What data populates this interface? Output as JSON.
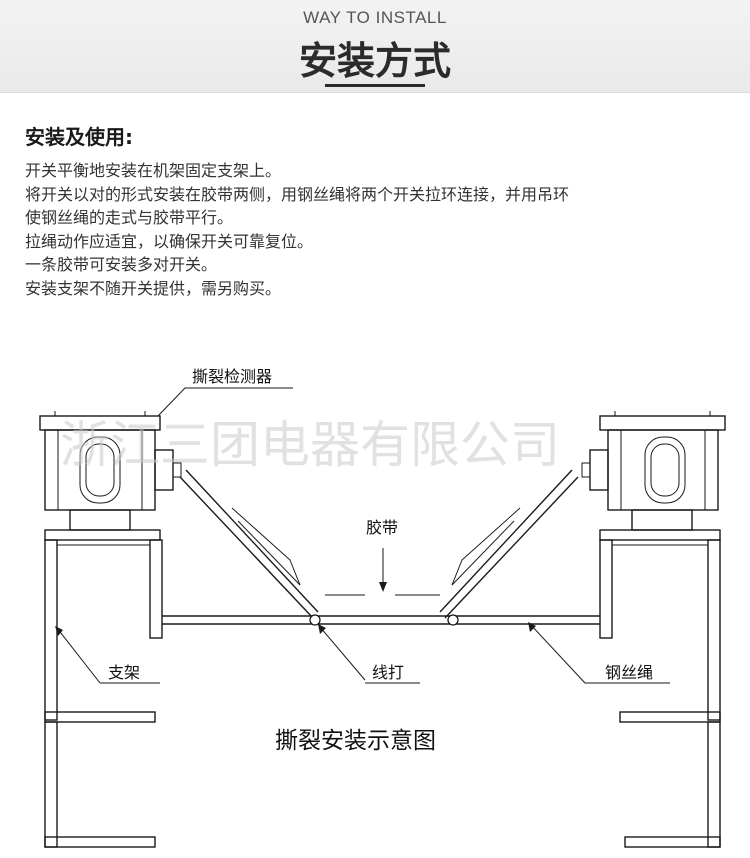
{
  "header": {
    "subtitle": "WAY TO INSTALL",
    "title": "安装方式"
  },
  "section": {
    "heading": "安装及使用:",
    "lines": [
      "开关平衡地安装在机架固定支架上。",
      "将开关以对的形式安装在胶带两侧，用钢丝绳将两个开关拉环连接，并用吊环",
      "使钢丝绳的走式与胶带平行。",
      "拉绳动作应适宜，以确保开关可靠复位。",
      "一条胶带可安装多对开关。",
      "安装支架不随开关提供，需另购买。"
    ]
  },
  "diagram": {
    "label_detector": "撕裂检测器",
    "label_belt": "胶带",
    "label_bracket": "支架",
    "label_wire_clip": "线打",
    "label_rope": "钢丝绳",
    "caption": "撕裂安装示意图",
    "watermark": "浙江三团电器有限公司"
  }
}
